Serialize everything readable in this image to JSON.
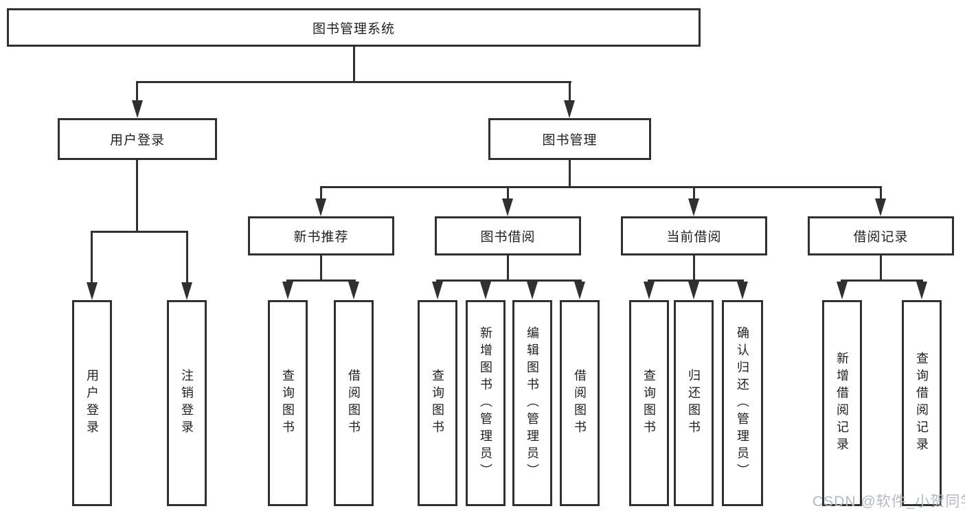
{
  "tree": {
    "root": {
      "label": "图书管理系统"
    },
    "branches": [
      {
        "label": "用户登录",
        "children": [
          {
            "label": "用户登录"
          },
          {
            "label": "注销登录"
          }
        ]
      },
      {
        "label": "图书管理",
        "children": [
          {
            "label": "新书推荐",
            "children": [
              {
                "label": "查询图书"
              },
              {
                "label": "借阅图书"
              }
            ]
          },
          {
            "label": "图书借阅",
            "children": [
              {
                "label": "查询图书"
              },
              {
                "label": "新增图书（管理员）"
              },
              {
                "label": "编辑图书（管理员）"
              },
              {
                "label": "借阅图书"
              }
            ]
          },
          {
            "label": "当前借阅",
            "children": [
              {
                "label": "查询图书"
              },
              {
                "label": "归还图书"
              },
              {
                "label": "确认归还（管理员）"
              }
            ]
          },
          {
            "label": "借阅记录",
            "children": [
              {
                "label": "新增借阅记录"
              },
              {
                "label": "查询借阅记录"
              }
            ]
          }
        ]
      }
    ]
  },
  "watermark": "CSDN @软件_小贺同学",
  "colors": {
    "line": "#303030",
    "box_border": "#303030",
    "text": "#1f1f1f",
    "background": "#ffffff",
    "watermark": "#b4b9be"
  }
}
